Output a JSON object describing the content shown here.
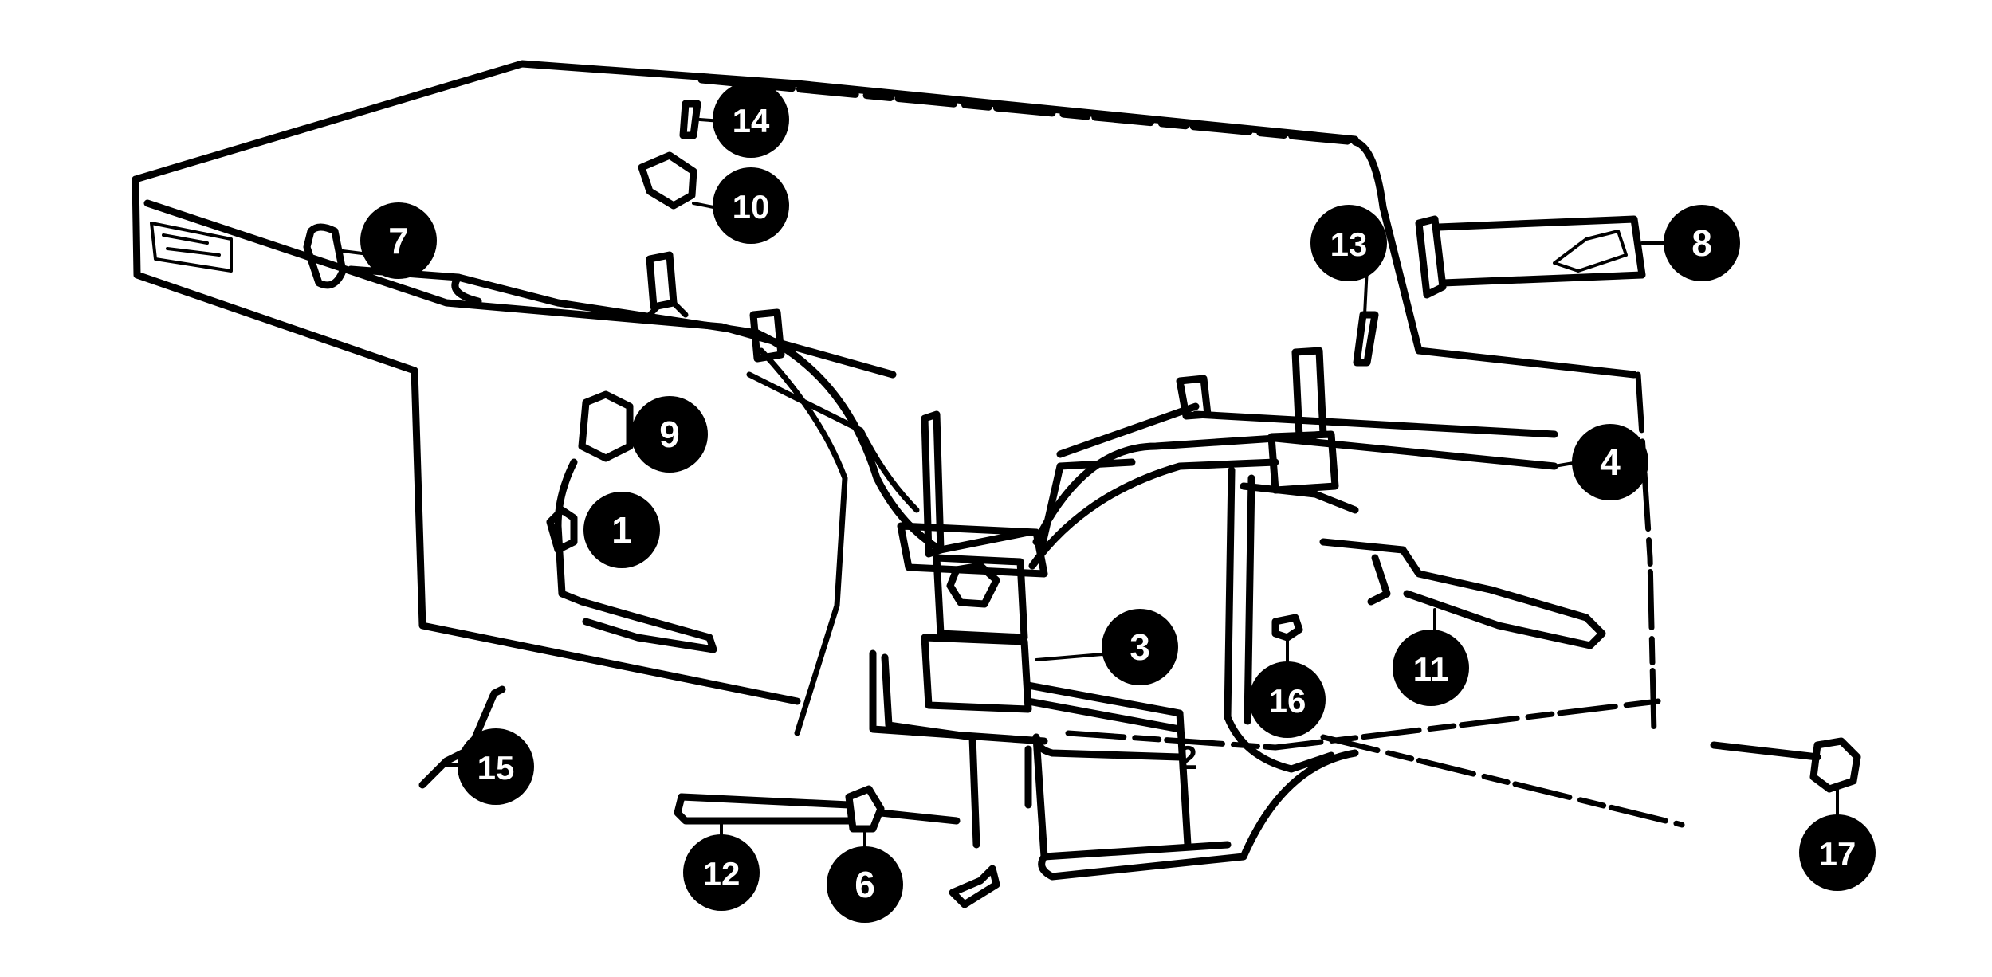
{
  "diagram": {
    "callouts": [
      {
        "id": "c1",
        "label": "1"
      },
      {
        "id": "c2",
        "label": "3"
      },
      {
        "id": "c3",
        "label": "4"
      },
      {
        "id": "c4",
        "label": "6"
      },
      {
        "id": "c5",
        "label": "7"
      },
      {
        "id": "c6",
        "label": "8"
      },
      {
        "id": "c7",
        "label": "9"
      },
      {
        "id": "c8",
        "label": "10"
      },
      {
        "id": "c9",
        "label": "11"
      },
      {
        "id": "c10",
        "label": "12"
      },
      {
        "id": "c11",
        "label": "13"
      },
      {
        "id": "c12",
        "label": "14"
      },
      {
        "id": "c13",
        "label": "15"
      },
      {
        "id": "c14",
        "label": "16"
      },
      {
        "id": "c15",
        "label": "17"
      }
    ],
    "inline_mark": "2"
  }
}
